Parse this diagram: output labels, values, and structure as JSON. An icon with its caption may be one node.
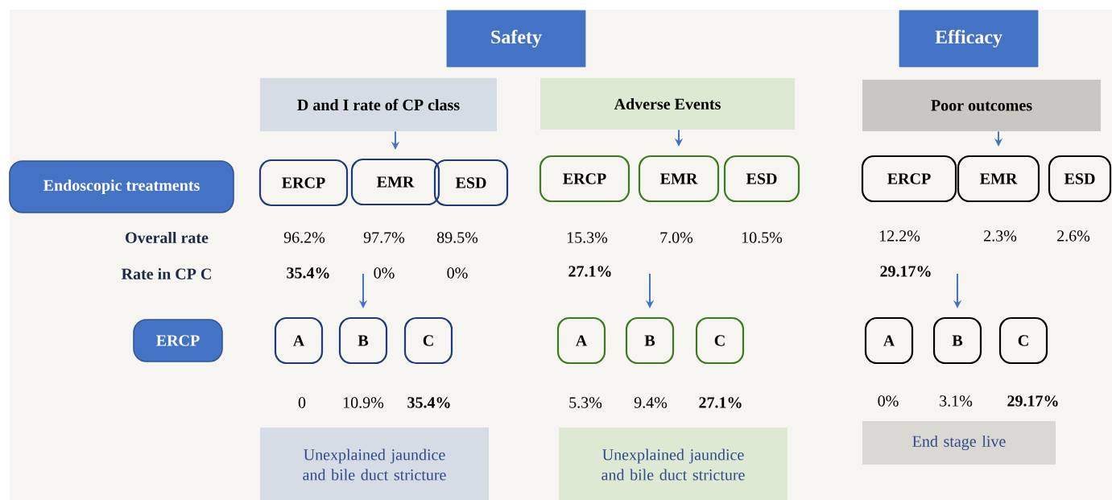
{
  "diagram": {
    "nodes": [
      {
        "text": [
          "Safety"
        ]
      },
      {
        "text": [
          "Efficacy"
        ]
      },
      {
        "text": [
          "D and I rate of CP class"
        ]
      },
      {
        "text": [
          "Adverse Events"
        ]
      },
      {
        "text": [
          "Poor outcomes"
        ]
      },
      {
        "text": [
          "Endoscopic treatments"
        ]
      },
      {
        "text": [
          "ERCP"
        ]
      },
      {
        "text": [
          "EMR"
        ]
      },
      {
        "text": [
          "ESD"
        ]
      },
      {
        "text": [
          "ERCP"
        ]
      },
      {
        "text": [
          "EMR"
        ]
      },
      {
        "text": [
          "ESD"
        ]
      },
      {
        "text": [
          "ERCP"
        ]
      },
      {
        "text": [
          "EMR"
        ]
      },
      {
        "text": [
          "ESD"
        ]
      },
      {
        "text": [
          "ERCP"
        ]
      },
      {
        "text": [
          "A"
        ]
      },
      {
        "text": [
          "B"
        ]
      },
      {
        "text": [
          "C"
        ]
      },
      {
        "text": [
          "A"
        ]
      },
      {
        "text": [
          "B"
        ]
      },
      {
        "text": [
          "C"
        ]
      },
      {
        "text": [
          "A"
        ]
      },
      {
        "text": [
          "B"
        ]
      },
      {
        "text": [
          "C"
        ]
      },
      {
        "text": [
          "Unexplained jaundice and bile duct stricture"
        ]
      },
      {
        "text": [
          "Unexplained jaundice and bile duct stricture"
        ]
      },
      {
        "text": [
          "End stage live"
        ]
      }
    ],
    "edges": [
      {
        "from": 2,
        "to": 7,
        "arrow": "to"
      },
      {
        "from": 3,
        "to": 10,
        "arrow": "to"
      },
      {
        "from": 4,
        "to": 13,
        "arrow": "to"
      },
      {
        "from": null,
        "to": 17,
        "arrow": "to"
      },
      {
        "from": null,
        "to": 20,
        "arrow": "to"
      },
      {
        "from": null,
        "to": 23,
        "arrow": "to"
      }
    ],
    "labels": [
      "Overall rate",
      "96.2%",
      "97.7%",
      "89.5%",
      "15.3%",
      "7.0%",
      "10.5%",
      "12.2%",
      "2.3%",
      "2.6%",
      "Rate in CP C",
      "35.4%",
      "0%",
      "0%",
      "27.1%",
      "29.17%",
      "0",
      "10.9%",
      "35.4%",
      "5.3%",
      "9.4%",
      "27.1%",
      "0%",
      "3.1%",
      "29.17%"
    ]
  }
}
